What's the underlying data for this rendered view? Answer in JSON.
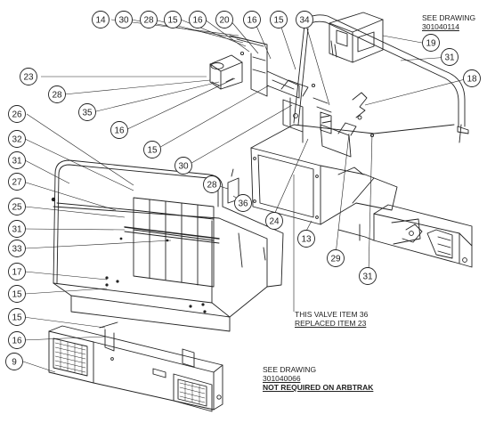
{
  "callouts": [
    {
      "id": "c14a",
      "label": "14"
    },
    {
      "id": "c30a",
      "label": "30"
    },
    {
      "id": "c28a",
      "label": "28"
    },
    {
      "id": "c15a",
      "label": "15"
    },
    {
      "id": "c16a",
      "label": "16"
    },
    {
      "id": "c20",
      "label": "20"
    },
    {
      "id": "c16b",
      "label": "16"
    },
    {
      "id": "c15b",
      "label": "15"
    },
    {
      "id": "c34",
      "label": "34"
    },
    {
      "id": "c19",
      "label": "19"
    },
    {
      "id": "c31a",
      "label": "31"
    },
    {
      "id": "c18",
      "label": "18"
    },
    {
      "id": "c23",
      "label": "23"
    },
    {
      "id": "c28b",
      "label": "28"
    },
    {
      "id": "c35",
      "label": "35"
    },
    {
      "id": "c16c",
      "label": "16"
    },
    {
      "id": "c15c",
      "label": "15"
    },
    {
      "id": "c30b",
      "label": "30"
    },
    {
      "id": "c26",
      "label": "26"
    },
    {
      "id": "c32",
      "label": "32"
    },
    {
      "id": "c31b",
      "label": "31"
    },
    {
      "id": "c27",
      "label": "27"
    },
    {
      "id": "c25",
      "label": "25"
    },
    {
      "id": "c31c",
      "label": "31"
    },
    {
      "id": "c33",
      "label": "33"
    },
    {
      "id": "c17",
      "label": "17"
    },
    {
      "id": "c15d",
      "label": "15"
    },
    {
      "id": "c15e",
      "label": "15"
    },
    {
      "id": "c16d",
      "label": "16"
    },
    {
      "id": "c9",
      "label": "9"
    },
    {
      "id": "c28c",
      "label": "28"
    },
    {
      "id": "c36",
      "label": "36"
    },
    {
      "id": "c24",
      "label": "24"
    },
    {
      "id": "c13",
      "label": "13"
    },
    {
      "id": "c29",
      "label": "29"
    },
    {
      "id": "c31d",
      "label": "31"
    }
  ],
  "notes": {
    "see_drawing_top_line1": "SEE DRAWING",
    "see_drawing_top_line2": "301040114",
    "valve_line1": "THIS VALVE ITEM 36",
    "valve_line2": "REPLACED ITEM 23",
    "see_drawing_bottom_line1": "SEE DRAWING",
    "see_drawing_bottom_line2": "301040066",
    "not_required": "NOT REQUIRED ON ARBTRAK"
  }
}
